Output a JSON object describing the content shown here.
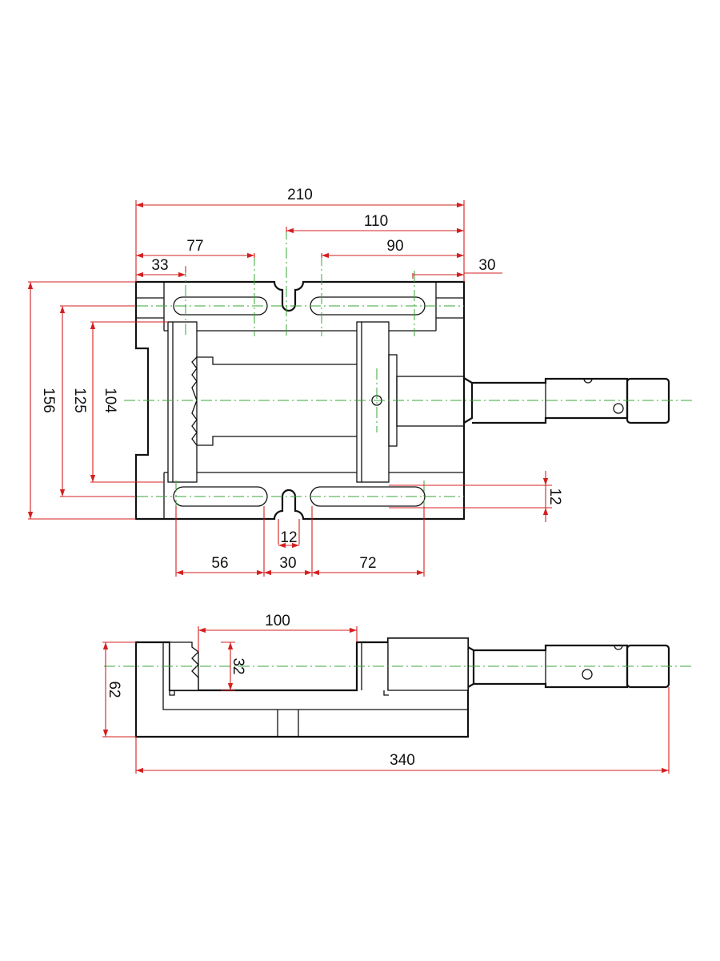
{
  "colors": {
    "outline": "#111111",
    "dimension": "#d42020",
    "centerline": "#3aa63a",
    "background": "#ffffff"
  },
  "dimensions": {
    "top_view": {
      "overall_width": "210",
      "slot_offset": "110",
      "slot_right": "90",
      "slot_left_outer": "77",
      "slot_left_inner": "33",
      "right_margin": "30",
      "height_total": "156",
      "height_slots": "125",
      "height_jaw": "104",
      "slot_width_right": "12",
      "slot_width_center": "12",
      "bottom_left": "56",
      "bottom_center": "30",
      "bottom_right": "72"
    },
    "side_view": {
      "jaw_length": "100",
      "jaw_height": "32",
      "base_height": "62",
      "overall_length": "340"
    }
  }
}
